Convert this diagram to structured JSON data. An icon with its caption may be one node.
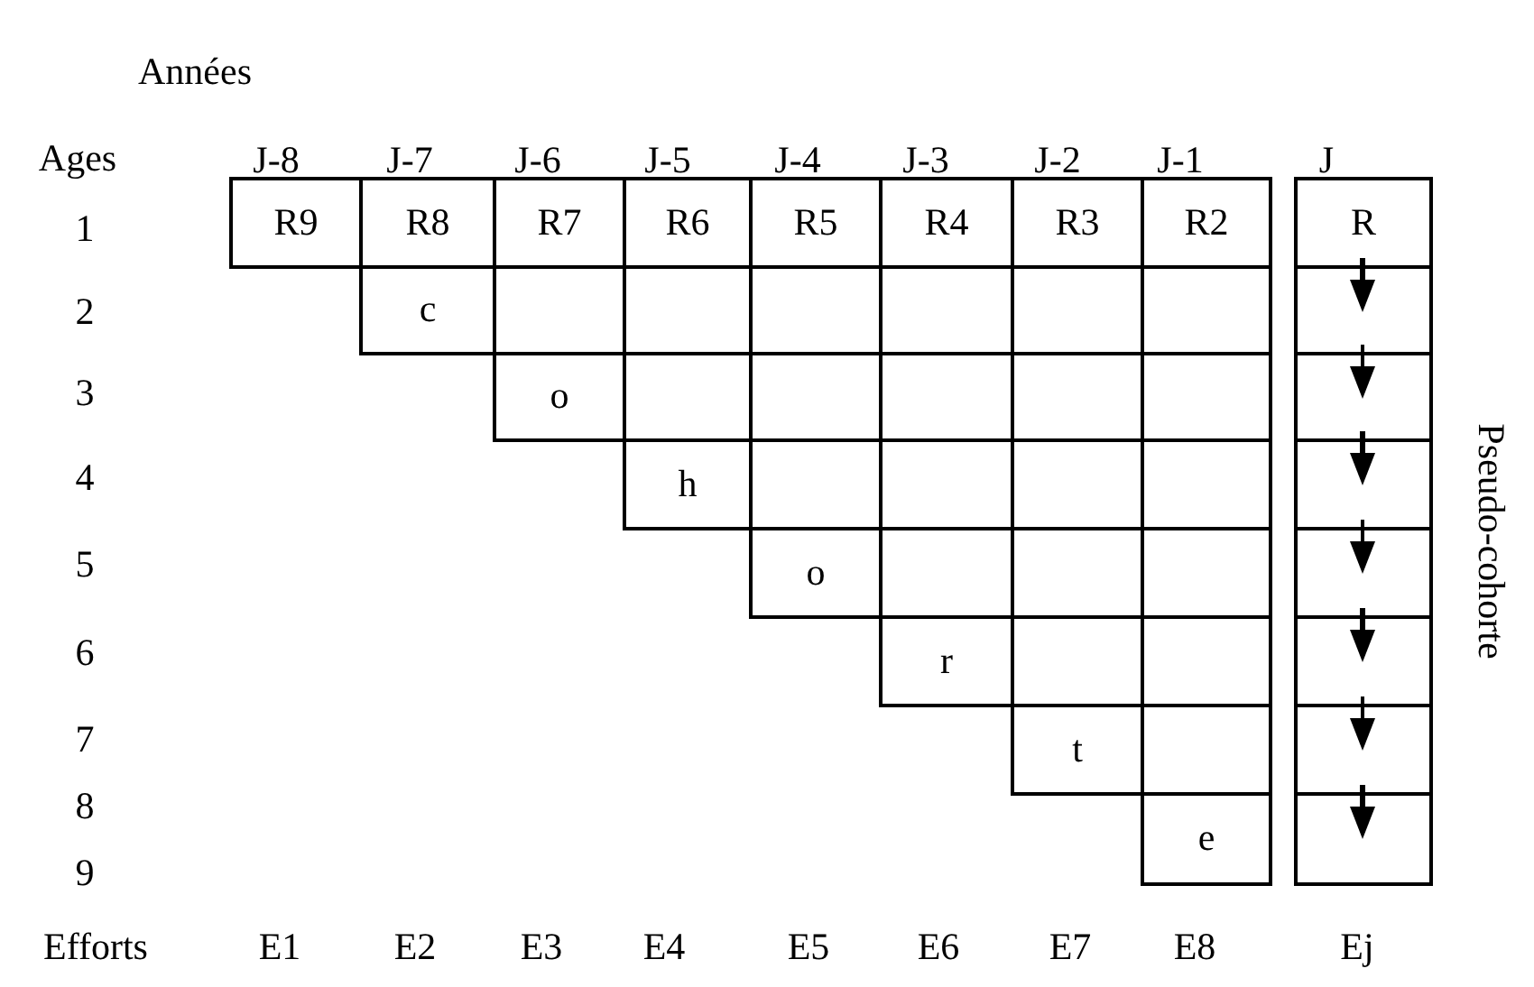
{
  "diagram": {
    "labels": [
      "Années",
      "Ages",
      "J-8",
      "J-7",
      "J-6",
      "J-5",
      "J-4",
      "J-3",
      "J-2",
      "J-1",
      "J",
      "1",
      "R9",
      "R8",
      "R7",
      "R6",
      "R5",
      "R4",
      "R3",
      "R2",
      "R",
      "2",
      "c",
      "3",
      "o",
      "4",
      "h",
      "5",
      "o",
      "6",
      "r",
      "7",
      "t",
      "8",
      "e",
      "9",
      "Pseudo-cohorte",
      "Efforts",
      "E1",
      "E2",
      "E3",
      "E4",
      "E5",
      "E6",
      "E7",
      "E8",
      "Ej"
    ]
  }
}
